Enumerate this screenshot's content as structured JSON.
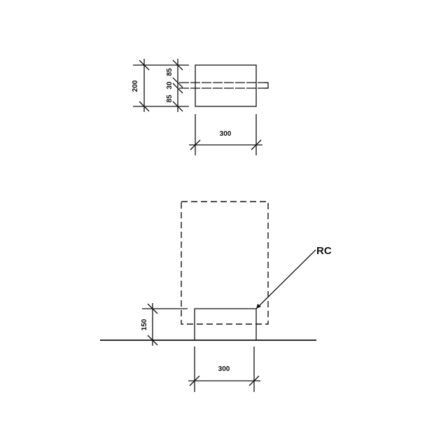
{
  "top_view": {
    "height_total": "200",
    "seg_top": "85",
    "seg_mid": "30",
    "seg_bottom": "85",
    "width": "300"
  },
  "section_view": {
    "height": "150",
    "width": "300",
    "material_label": "RC"
  }
}
